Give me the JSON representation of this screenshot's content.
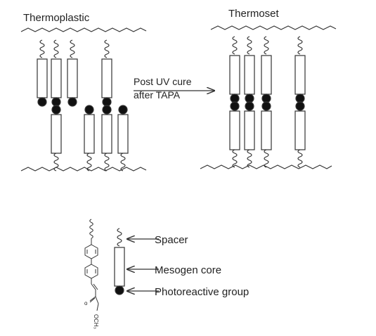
{
  "labels": {
    "thermoplastic": "Thermoplastic",
    "thermoset": "Thermoset",
    "arrow_line1": "Post UV cure",
    "arrow_line2": "after TAPA"
  },
  "legend": {
    "spacer": "Spacer",
    "mesogen_core": "Mesogen core",
    "photoreactive_group": "Photoreactive group"
  },
  "colors": {
    "ink": "#222222",
    "background": "#ffffff"
  }
}
